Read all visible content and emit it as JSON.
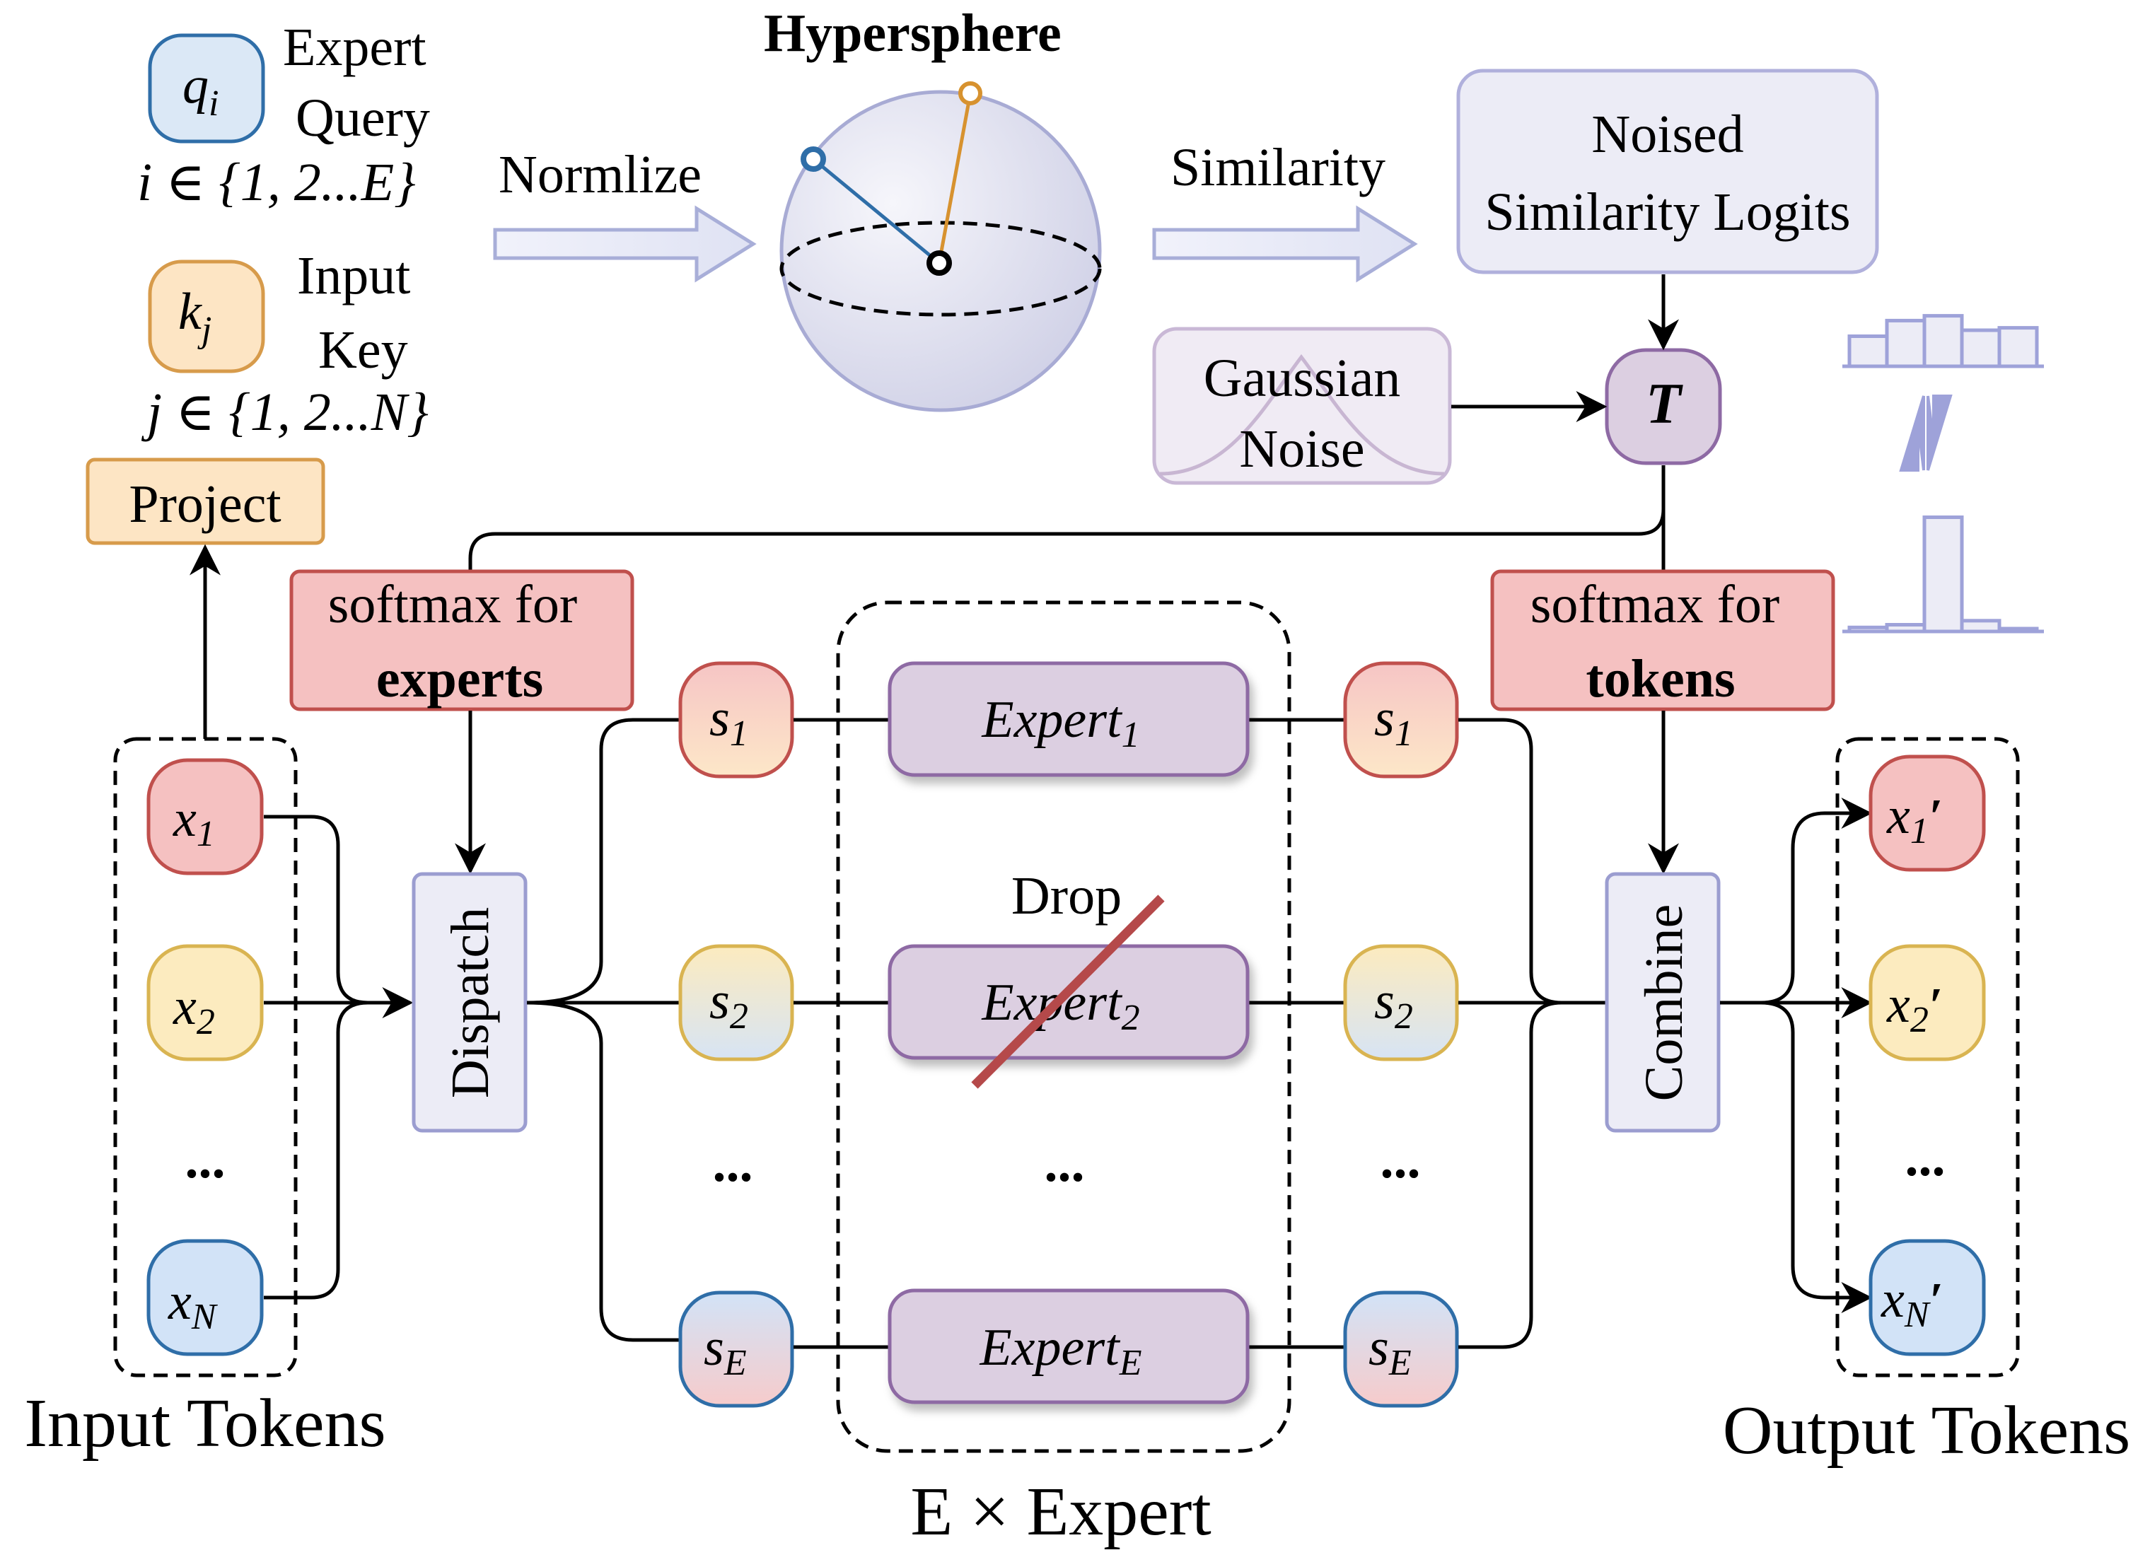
{
  "legend": {
    "query_symbol": "q",
    "query_sub": "i",
    "query_label_1": "Expert",
    "query_label_2": "Query",
    "query_range": "i ∈ {1, 2...E}",
    "key_symbol": "k",
    "key_sub": "j",
    "key_label_1": "Input",
    "key_label_2": "Key",
    "key_range": "j ∈ {1, 2...N}"
  },
  "top": {
    "normalize_label": "Normlize",
    "hypersphere_title": "Hypersphere",
    "similarity_label": "Similarity",
    "logits_line1": "Noised",
    "logits_line2": "Similarity Logits",
    "noise_line1": "Gaussian",
    "noise_line2": "Noise",
    "temperature_symbol": "T"
  },
  "project_label": "Project",
  "softmax_experts": {
    "line1": "softmax for",
    "line2": "experts"
  },
  "softmax_tokens": {
    "line1": "softmax for",
    "line2": "tokens"
  },
  "dispatch_label": "Dispatch",
  "combine_label": "Combine",
  "drop_label": "Drop",
  "ellipsis": "...",
  "input_tokens": {
    "items": [
      {
        "sym": "x",
        "sub": "1"
      },
      {
        "sym": "x",
        "sub": "2"
      },
      {
        "sym": "x",
        "sub": "N"
      }
    ],
    "caption": "Input Tokens"
  },
  "output_tokens": {
    "items": [
      {
        "sym": "x",
        "sub": "1",
        "prime": "′"
      },
      {
        "sym": "x",
        "sub": "2",
        "prime": "′"
      },
      {
        "sym": "x",
        "sub": "N",
        "prime": "′"
      }
    ],
    "caption": "Output Tokens"
  },
  "scores": [
    {
      "sym": "s",
      "sub": "1"
    },
    {
      "sym": "s",
      "sub": "2"
    },
    {
      "sym": "s",
      "sub": "E"
    }
  ],
  "experts": [
    {
      "name": "Expert",
      "sub": "1"
    },
    {
      "name": "Expert",
      "sub": "2"
    },
    {
      "name": "Expert",
      "sub": "E"
    }
  ],
  "expert_group_caption": "E × Expert",
  "distribution_before": [
    0.25,
    0.38,
    0.42,
    0.3,
    0.32
  ],
  "distribution_after": [
    0.03,
    0.05,
    0.85,
    0.08,
    0.02
  ],
  "colors": {
    "project_fill": "#fde5c4",
    "project_stroke": "#d79b4b",
    "softmax_fill": "#f5c1c1",
    "softmax_stroke": "#c0504d",
    "expert_fill": "#dccfe1",
    "expert_stroke": "#8e6aa4",
    "panel_fill": "#ececf6",
    "panel_stroke": "#9b9dd0",
    "drop_line": "#b5494a"
  }
}
